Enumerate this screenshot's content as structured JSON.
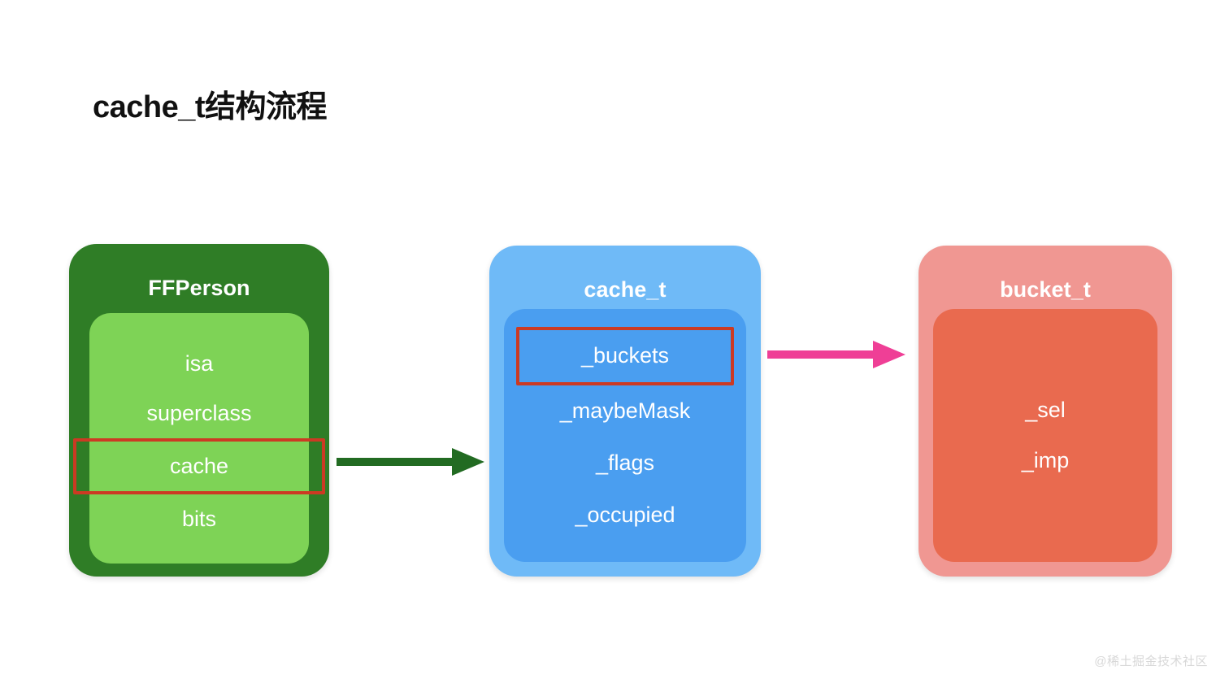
{
  "page": {
    "title": "cache_t结构流程",
    "background_color": "#ffffff",
    "watermark": "@稀土掘金技术社区"
  },
  "diagram": {
    "type": "flow-diagram",
    "nodes": [
      {
        "id": "ffperson",
        "title": "FFPerson",
        "outer_color": "#2f7d26",
        "inner_color": "#7ed356",
        "fields": [
          {
            "label": "isa",
            "highlighted": false
          },
          {
            "label": "superclass",
            "highlighted": false
          },
          {
            "label": "cache",
            "highlighted": true
          },
          {
            "label": "bits",
            "highlighted": false
          }
        ]
      },
      {
        "id": "cache_t",
        "title": "cache_t",
        "outer_color": "#6fbaf7",
        "inner_color": "#4a9ef0",
        "fields": [
          {
            "label": "_buckets",
            "highlighted": true
          },
          {
            "label": "_maybeMask",
            "highlighted": false
          },
          {
            "label": "_flags",
            "highlighted": false
          },
          {
            "label": "_occupied",
            "highlighted": false
          }
        ]
      },
      {
        "id": "bucket_t",
        "title": "bucket_t",
        "outer_color": "#f09792",
        "inner_color": "#e96a4f",
        "fields": [
          {
            "label": "_sel",
            "highlighted": false
          },
          {
            "label": "_imp",
            "highlighted": false
          }
        ]
      }
    ],
    "edges": [
      {
        "id": "cache-to-cache_t",
        "from": "ffperson.cache",
        "to": "cache_t",
        "color": "#226b22",
        "label": ""
      },
      {
        "id": "buckets-to-bucket_t",
        "from": "cache_t._buckets",
        "to": "bucket_t",
        "color": "#ef3f96",
        "label": ""
      }
    ],
    "highlight_color": "#cc3a23"
  }
}
